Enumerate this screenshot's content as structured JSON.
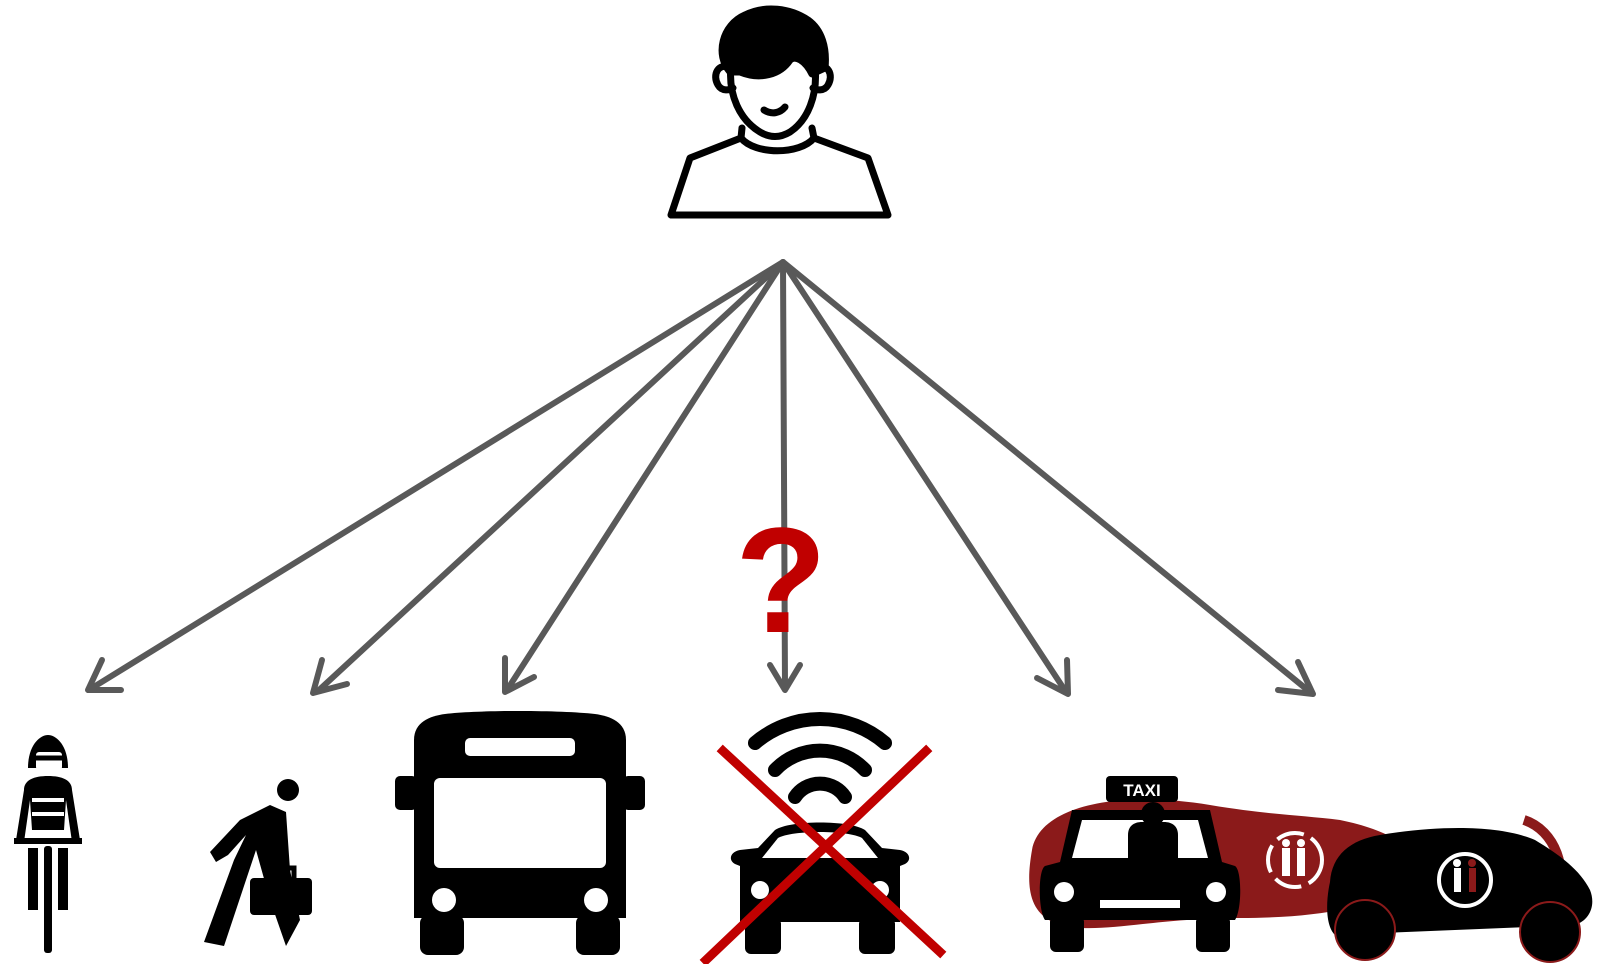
{
  "diagram": {
    "traveler": {
      "icon": "person-icon"
    },
    "options": [
      {
        "id": "bicycle",
        "icon": "cyclist-icon",
        "status": "available"
      },
      {
        "id": "walking",
        "icon": "walking-person-icon",
        "status": "available"
      },
      {
        "id": "bus",
        "icon": "bus-icon",
        "status": "available"
      },
      {
        "id": "autonomous-car",
        "icon": "connected-car-icon",
        "status": "unavailable",
        "marker_icon": "red-x-icon"
      },
      {
        "id": "taxi",
        "icon": "taxi-icon",
        "status": "available"
      },
      {
        "id": "ride-sharing",
        "icon": "shared-car-icon",
        "status": "available"
      }
    ],
    "uncertainty_mark": "?",
    "taxi_sign": "TAXI"
  },
  "colors": {
    "icon": "#000000",
    "arrow": "#595959",
    "accent_red": "#c00000",
    "shared_overlay_red": "#8b1a1a"
  }
}
